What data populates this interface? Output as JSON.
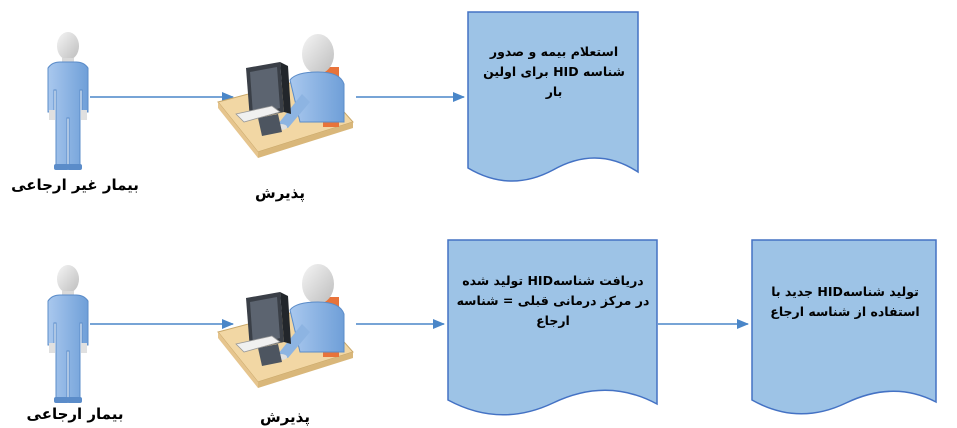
{
  "row1": {
    "patient_label": "بیمار غیر ارجاعی",
    "reception_label": "پذیرش",
    "doc1_text": "استعلام بیمه و صدور شناسه HID برای اولین بار"
  },
  "row2": {
    "patient_label": "بیمار ارجاعی",
    "reception_label": "پذیرش",
    "doc1_text": "دریافت شناسهHID  تولید شده در مرکز درمانی قبلی = شناسه ارجاع",
    "doc2_text": "تولید شناسهHID  جدید با استفاده از شناسه ارجاع"
  },
  "colors": {
    "arrow": "#4a86c8",
    "doc_fill": "#9dc3e6",
    "doc_stroke": "#4472c4",
    "person": "#8db4e2",
    "desk": "#f2d7a4"
  }
}
